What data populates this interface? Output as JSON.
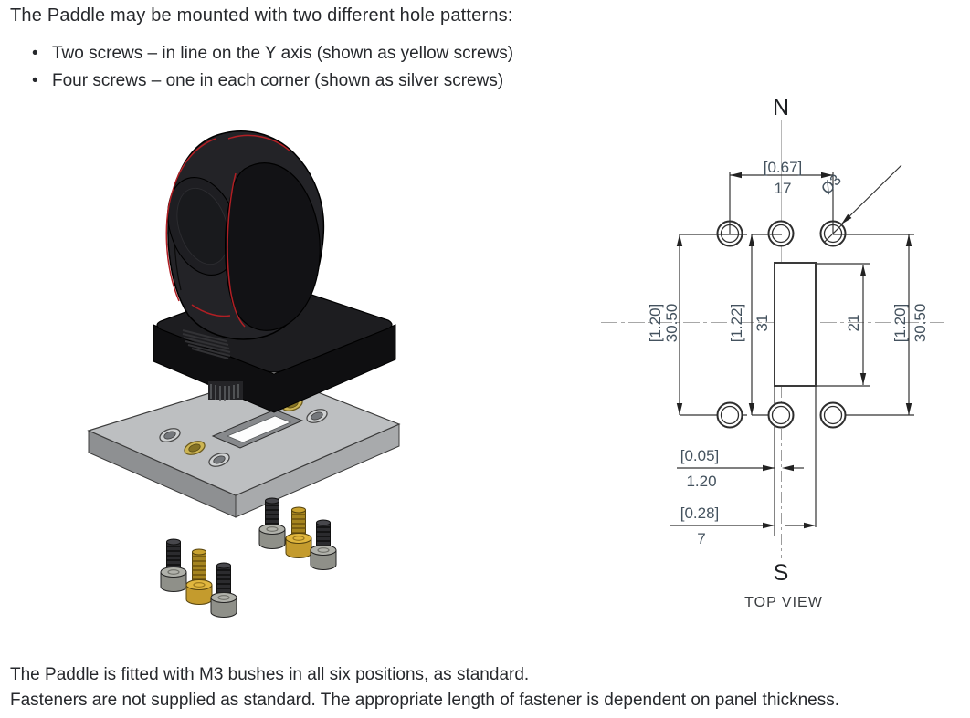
{
  "intro": {
    "heading": "The Paddle may be mounted with two different hole patterns:",
    "bullets": [
      "Two screws – in line on the Y axis (shown as yellow screws)",
      "Four screws – one in each corner (shown as silver screws)"
    ]
  },
  "top_view": {
    "north_label": "N",
    "south_label": "S",
    "caption": "TOP VIEW",
    "hole_diameter_label": "Ø3",
    "dims": {
      "top_span": {
        "inches": "[0.67]",
        "mm": "17"
      },
      "left_outer": {
        "inches": "[1.20]",
        "mm": "30.50"
      },
      "left_inner": {
        "inches": "[1.22]",
        "mm": "31"
      },
      "slot_height": {
        "mm": "21"
      },
      "right_outer": {
        "inches": "[1.20]",
        "mm": "30.50"
      },
      "slot_offset": {
        "inches": "[0.05]",
        "mm": "1.20"
      },
      "slot_width": {
        "inches": "[0.28]",
        "mm": "7"
      }
    }
  },
  "footer": {
    "line1": "The Paddle is fitted with M3 bushes in all six positions, as standard.",
    "line2": "Fasteners are not supplied as standard. The appropriate length of fastener is dependent on panel thickness."
  },
  "colors": {
    "accent_red": "#b11f24",
    "yellow_screw": "#d0a833",
    "silver_screw": "#8f9089",
    "plate_gray": "#bdbfc1",
    "dimension_text": "#44525e"
  }
}
